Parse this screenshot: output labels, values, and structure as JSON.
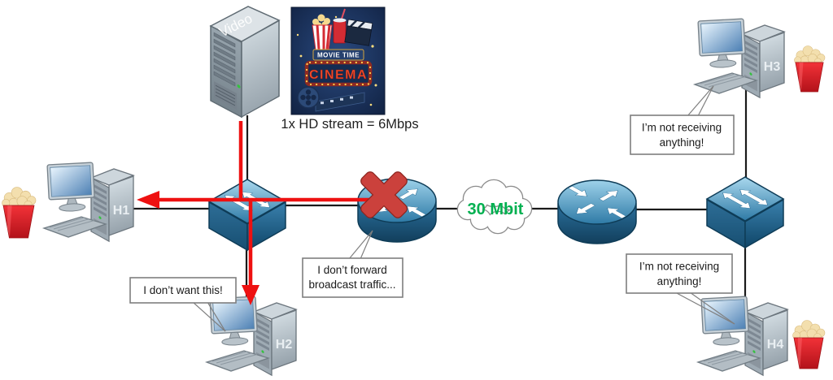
{
  "diagram": {
    "server_label": "Video",
    "stream_note": "1x HD stream = 6Mbps",
    "cloud_label": "30 Mbit",
    "hosts": {
      "h1": "H1",
      "h2": "H2",
      "h3": "H3",
      "h4": "H4"
    },
    "poster": {
      "marquee": "MOVIE TIME",
      "title": "CINEMA"
    },
    "bubbles": {
      "h2": "I don’t want this!",
      "router": [
        "I don’t forward",
        "broadcast traffic..."
      ],
      "h3": [
        "I’m not receiving",
        "anything!"
      ],
      "h4": [
        "I’m not receiving",
        "anything!"
      ]
    },
    "colors": {
      "link_speed_green": "#00B050",
      "broadcast_red": "#ee1111",
      "device_blue": "#2d7099",
      "popcorn_bucket_red": "#d8232a"
    }
  }
}
